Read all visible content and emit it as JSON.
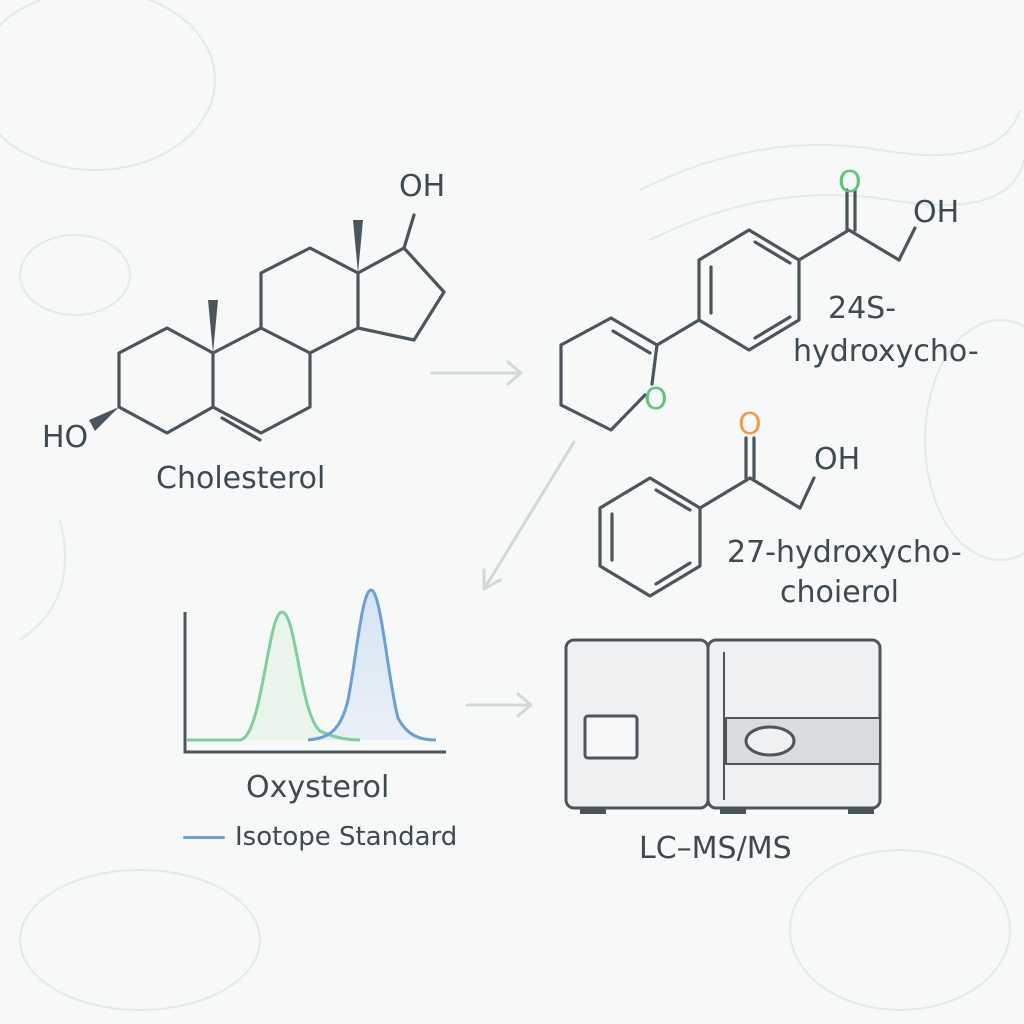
{
  "labels": {
    "cholesterol": "Cholesterol",
    "product_24s_line1": "24S-",
    "product_24s_line2": "hydroxycho-",
    "product_27_line1": "27-hydroxycho-",
    "product_27_line2": "choierol",
    "oxysterol": "Oxysterol",
    "lcms": "LC–MS/MS"
  },
  "atoms": {
    "cholesterol_oh_top": "OH",
    "cholesterol_ho": "HO",
    "ketone_o_1": "O",
    "hydroxyl_1": "OH",
    "ring_oxygen": "O",
    "ketone_o_2": "O",
    "hydroxyl_2": "OH"
  },
  "legend": {
    "isotope_standard": "Isotope Standard"
  },
  "colors": {
    "line": "#4a565c",
    "arrow": "#d3d7d9",
    "green_peak": "#7fcf9a",
    "blue_peak": "#6c9fd4",
    "green_o": "#5ec47a",
    "orange_o": "#ef9b4a",
    "instrument_fill": "#eef0f1",
    "instrument_band": "#d9dcde"
  },
  "icons": {
    "instrument": "lc-ms-instrument-icon",
    "arrows": "flow-arrow-icon"
  }
}
